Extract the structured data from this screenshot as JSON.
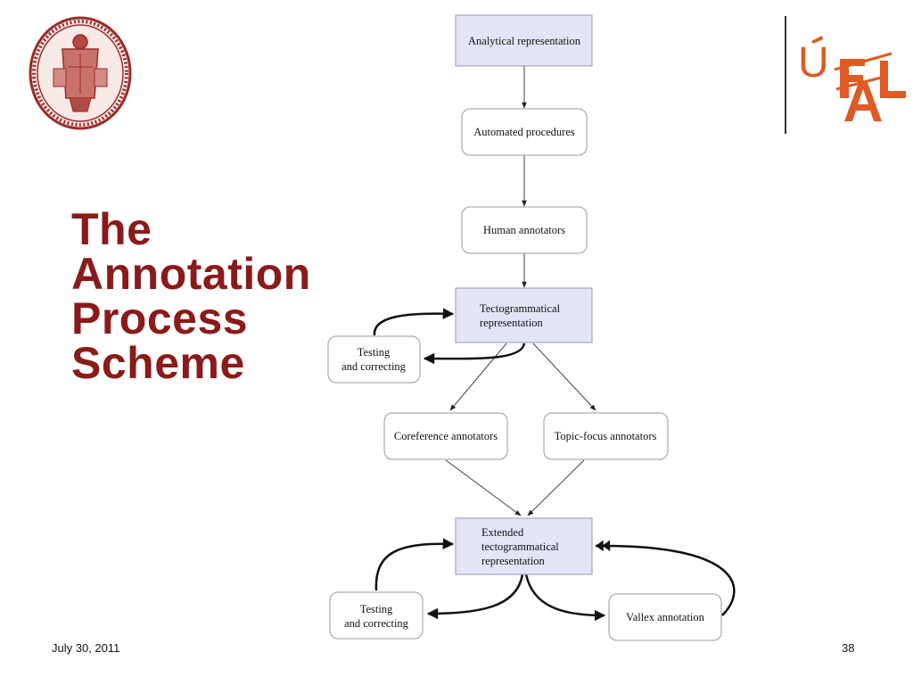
{
  "slide": {
    "title_lines": [
      "The",
      "Annotation",
      "Process",
      "Scheme"
    ],
    "footer_date": "July 30, 2011",
    "page_number": "38"
  },
  "logos": {
    "ufal_text": "ÚFAL",
    "ufal_color": "#e05a25",
    "seal_icon": "university-seal",
    "seal_color": "#9b2a2a"
  },
  "colors": {
    "title": "#8b1a1a",
    "representation_fill": "#e4e4f8",
    "representation_stroke": "#9a9aaa",
    "procedure_stroke": "#999999"
  },
  "diagram": {
    "nodes": {
      "analytical": [
        "Analytical representation"
      ],
      "automated": [
        "Automated procedures"
      ],
      "human": [
        "Human annotators"
      ],
      "tecto": [
        "Tectogrammatical",
        "representation"
      ],
      "testing1": [
        "Testing",
        "and correcting"
      ],
      "coref": [
        "Coreference annotators"
      ],
      "topic": [
        "Topic-focus annotators"
      ],
      "extended": [
        "Extended",
        "tectogrammatical",
        "representation"
      ],
      "testing2": [
        "Testing",
        "and correcting"
      ],
      "vallex": [
        "Vallex annotation"
      ]
    }
  }
}
